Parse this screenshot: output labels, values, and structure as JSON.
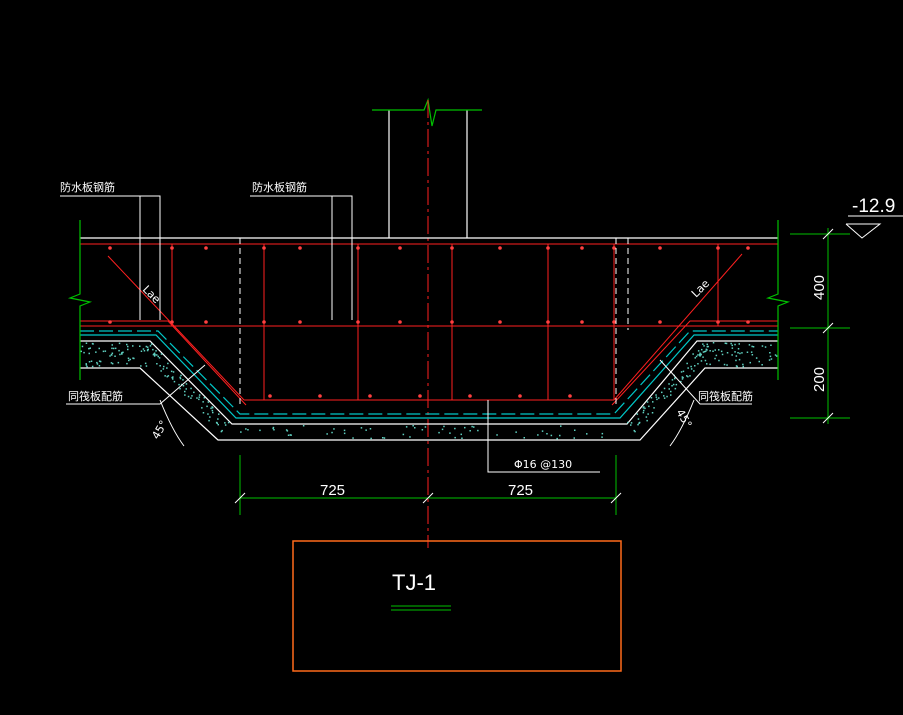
{
  "colors": {
    "background": "#000000",
    "concrete": "#ffffff",
    "rebar": "#ff2020",
    "dimension": "#00c000",
    "waterproof": "#00c8c8",
    "title_box": "#ff6a1a",
    "text": "#ffffff"
  },
  "labels": {
    "waterproof_rebar_left": "防水板钢筋",
    "waterproof_rebar_right": "防水板钢筋",
    "raft_rebar_left": "同筏板配筋",
    "raft_rebar_right": "同筏板配筋",
    "lae_left": "Lae",
    "lae_right": "Lae",
    "angle_left": "45°",
    "angle_right": "45°",
    "rebar_spec": "Φ16 @130",
    "elevation": "-12.9"
  },
  "dimensions": {
    "left_width": "725",
    "right_width": "725",
    "top_height": "400",
    "bottom_height": "200"
  },
  "title_box": {
    "title": "TJ-1"
  }
}
